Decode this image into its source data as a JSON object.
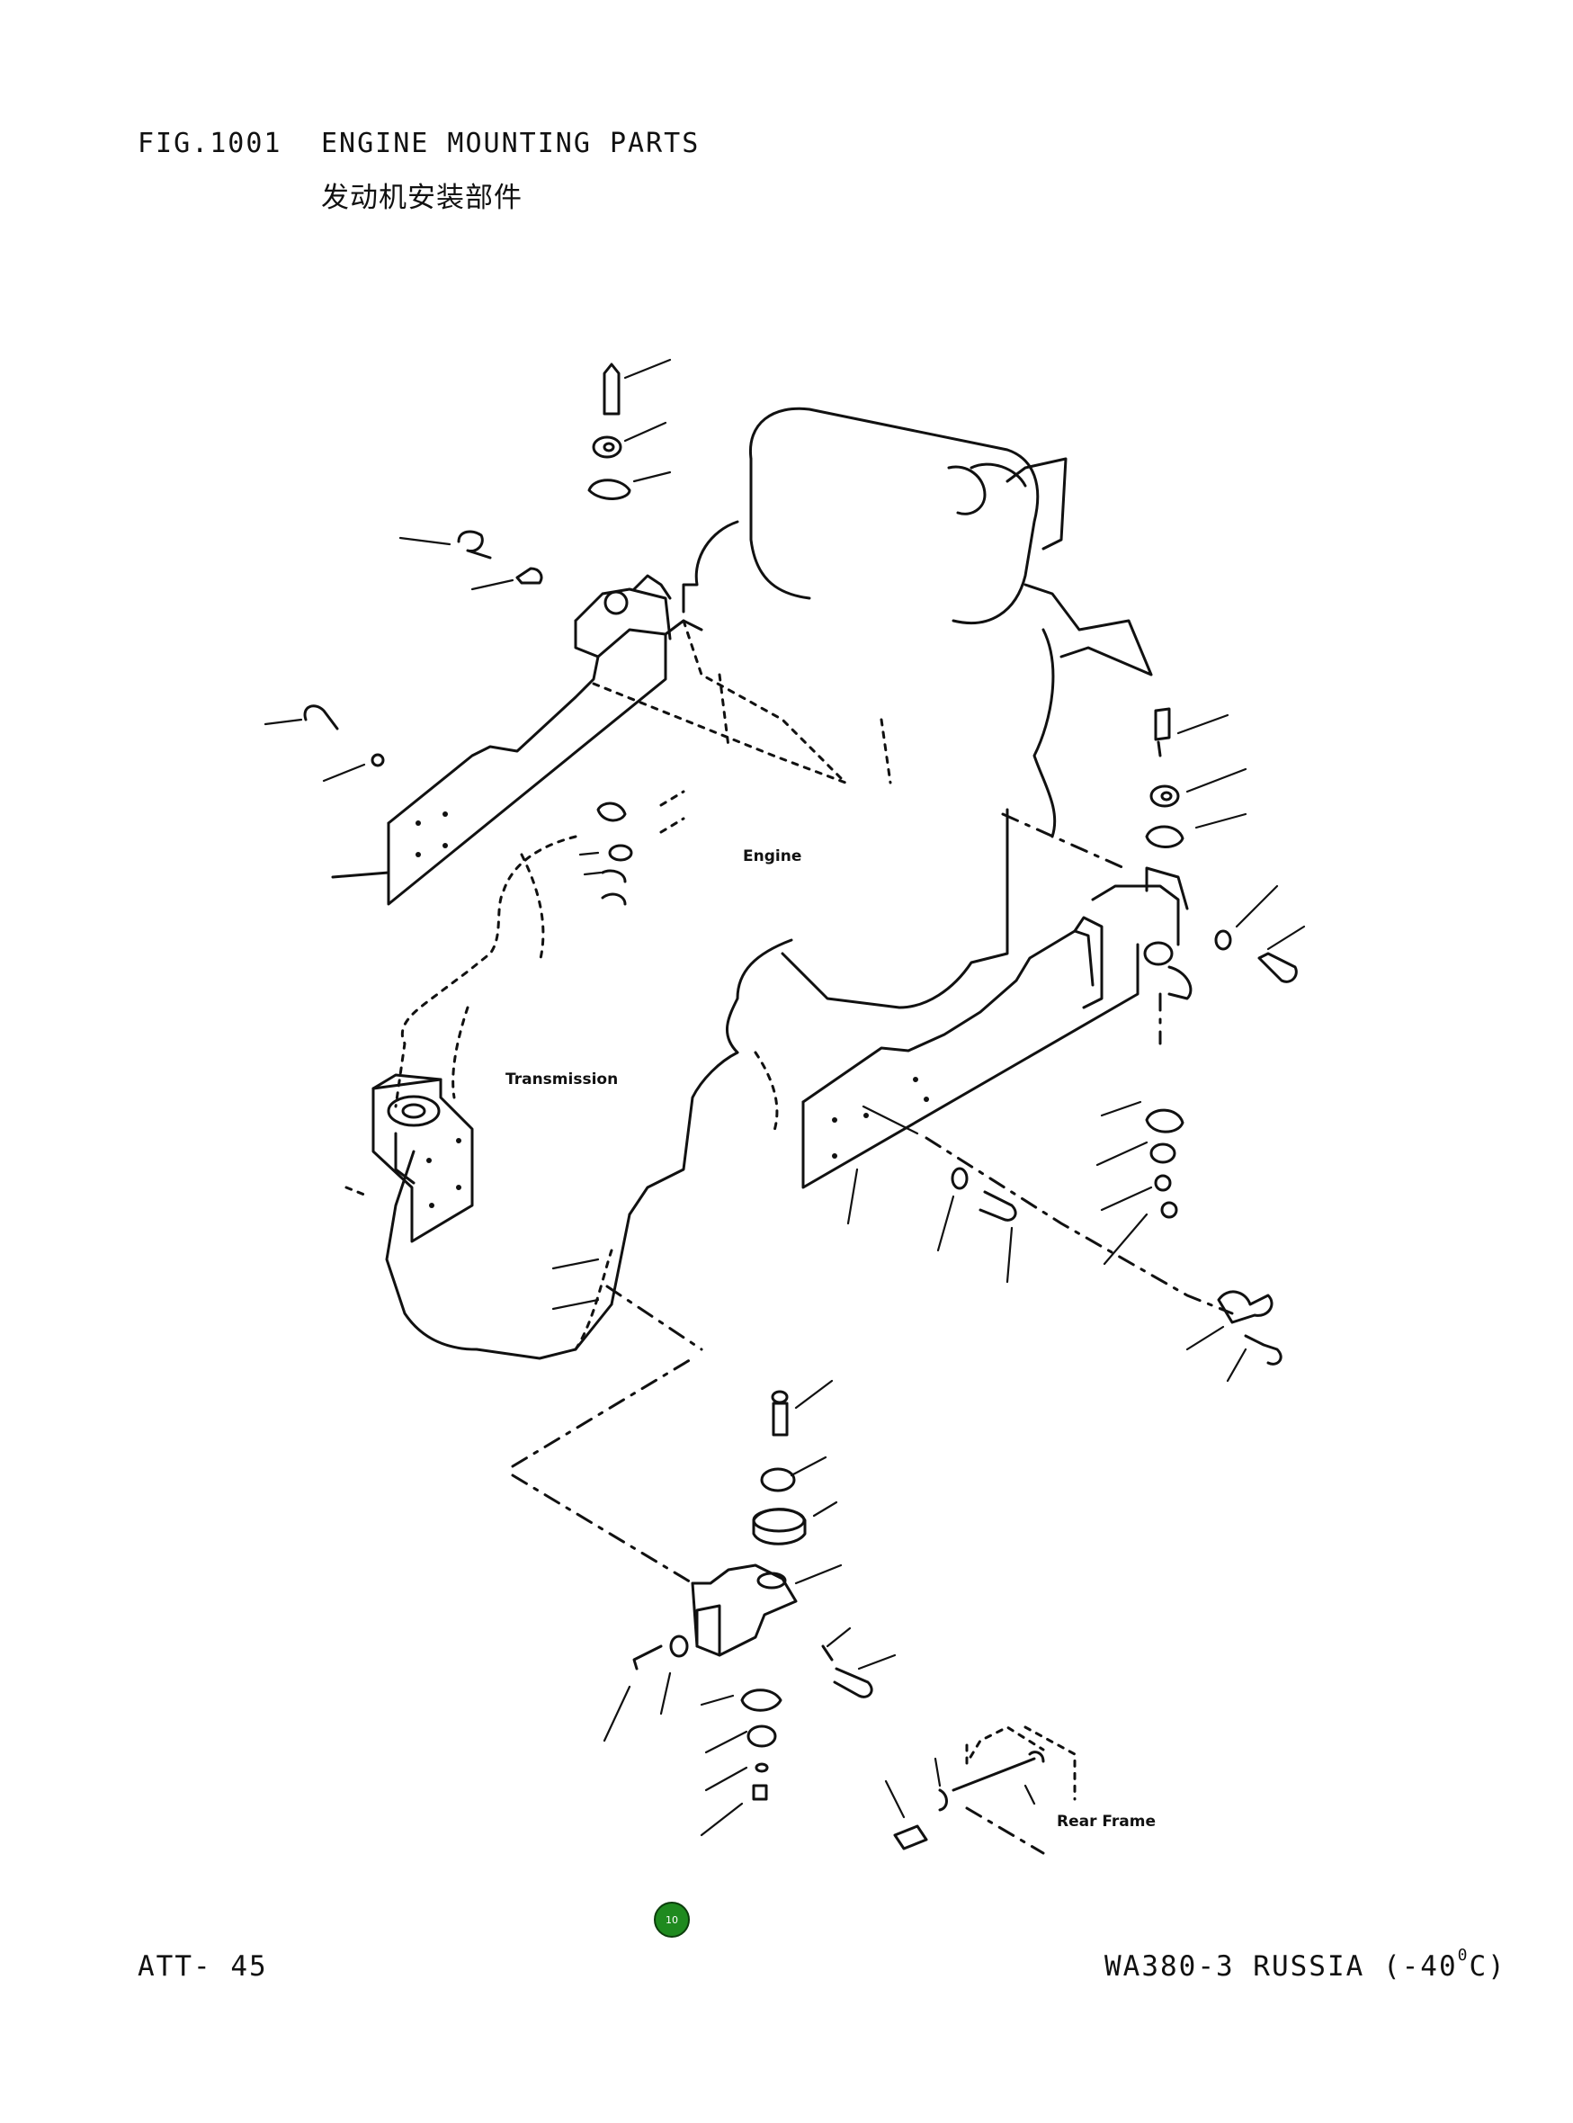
{
  "header": {
    "figure_number": "FIG.1001",
    "title": "ENGINE MOUNTING PARTS",
    "title_cn": "发动机安装部件"
  },
  "diagram": {
    "labels": {
      "engine": "Engine",
      "transmission": "Transmission",
      "rear_frame": "Rear Frame"
    }
  },
  "page_badge": {
    "text": "10",
    "color": "#1f8a1f"
  },
  "footer": {
    "left": "ATT- 45",
    "right_prefix": "WA380-3 RUSSIA (-40",
    "right_superscript": "0",
    "right_suffix": "C)"
  }
}
